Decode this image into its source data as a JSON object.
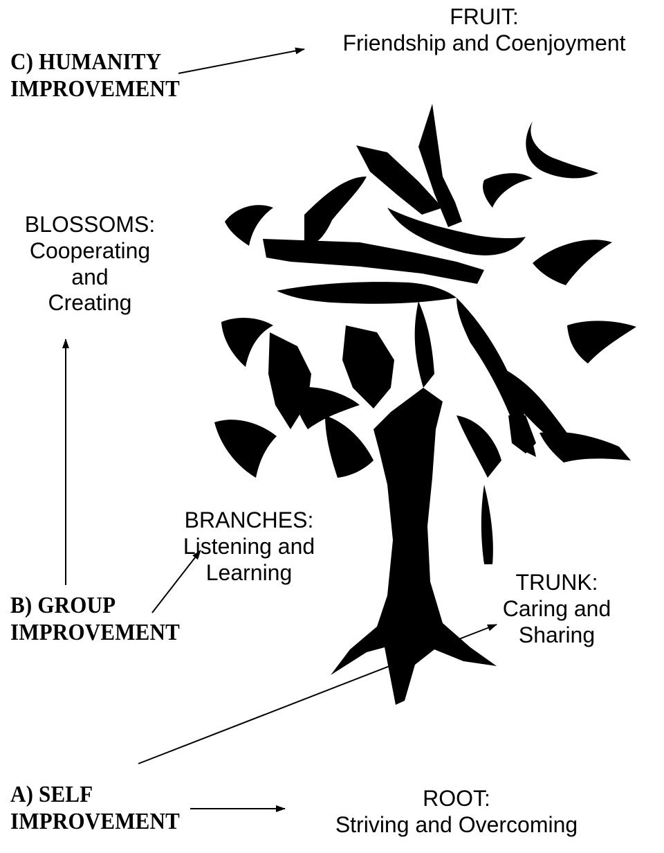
{
  "levels": {
    "self": {
      "line1": "A) SELF",
      "line2": "IMPROVEMENT"
    },
    "group": {
      "line1": "B) GROUP",
      "line2": "IMPROVEMENT"
    },
    "humanity": {
      "line1": "C) HUMANITY",
      "line2": "IMPROVEMENT"
    }
  },
  "parts": {
    "fruit": {
      "title": "FRUIT:",
      "line1": "Friendship and Coenjoyment"
    },
    "blossoms": {
      "title": "BLOSSOMS:",
      "line1": "Cooperating",
      "line2": "and",
      "line3": "Creating"
    },
    "branches": {
      "title": "BRANCHES:",
      "line1": "Listening and",
      "line2": "Learning"
    },
    "trunk": {
      "title": "TRUNK:",
      "line1": "Caring and",
      "line2": "Sharing"
    },
    "root": {
      "title": "ROOT:",
      "line1": "Striving and Overcoming"
    }
  },
  "colors": {
    "ink": "#000000",
    "background": "#ffffff"
  }
}
